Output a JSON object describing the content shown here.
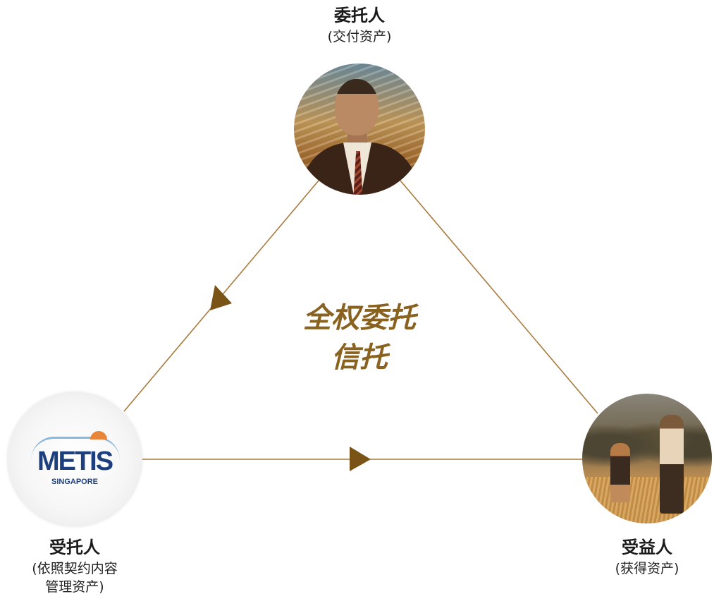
{
  "nodes": {
    "settlor": {
      "title": "委托人",
      "subtitle": "(交付资产)"
    },
    "trustee": {
      "title": "受托人",
      "subtitle_line1": "(依照契约内容",
      "subtitle_line2": "管理资产)",
      "logo_text": "METIS",
      "logo_subtext": "SINGAPORE"
    },
    "beneficiary": {
      "title": "受益人",
      "subtitle": "(获得资产)"
    }
  },
  "center_label": {
    "line1": "全权委托",
    "line2": "信托"
  },
  "colors": {
    "connector": "#a87a3d",
    "arrow": "#7a5417",
    "center_text": "#8a6220",
    "logo_blue": "#1e3f7e",
    "logo_sun": "#e8853a"
  },
  "icons": {
    "settlor": "businessman-photo",
    "trustee": "metis-logo",
    "beneficiary": "mother-daughter-photo"
  }
}
